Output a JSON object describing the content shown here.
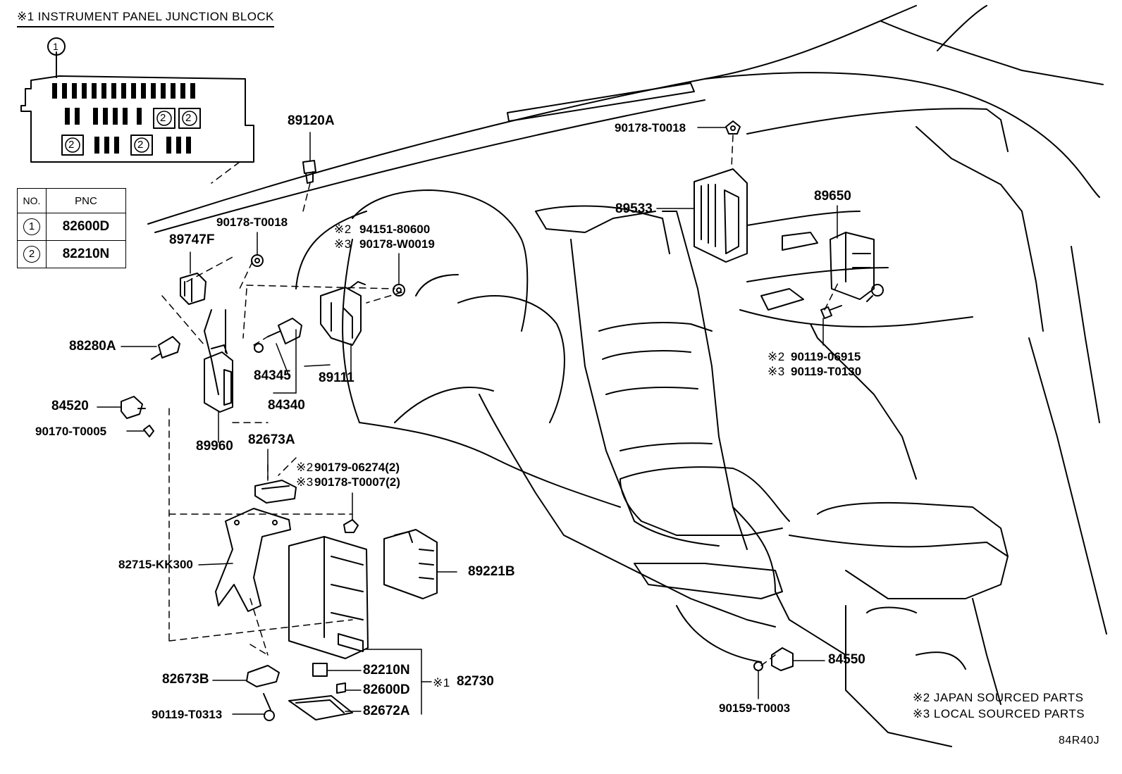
{
  "header": {
    "junction_block_title": "※1 INSTRUMENT PANEL JUNCTION BLOCK"
  },
  "junction_block": {
    "callout_number": "1",
    "slot_marker": "2"
  },
  "pnc_table": {
    "headers": {
      "no": "NO.",
      "pnc": "PNC"
    },
    "rows": [
      {
        "no": "1",
        "pnc": "82600D"
      },
      {
        "no": "2",
        "pnc": "82210N"
      }
    ]
  },
  "parts": {
    "p89120A": "89120A",
    "p90178_T0018_top": "90178-T0018",
    "p89533": "89533",
    "p89650": "89650",
    "p90178_T0018_left": "90178-T0018",
    "p89747F": "89747F",
    "p94151_80600": "94151-80600",
    "p90178_W0019": "90178-W0019",
    "p88280A": "88280A",
    "p84345": "84345",
    "p89111": "89111",
    "p84340": "84340",
    "p84520": "84520",
    "p90170_T0005": "90170-T0005",
    "p89960": "89960",
    "p82673A": "82673A",
    "p90179_06274": "90179-06274(2)",
    "p90178_T0007": "90178-T0007(2)",
    "p90119_06915": "90119-06915",
    "p90119_T0130": "90119-T0130",
    "p82715_KK300": "82715-KK300",
    "p89221B": "89221B",
    "p82210N": "82210N",
    "p82600D": "82600D",
    "p82730": "82730",
    "p82672A": "82672A",
    "p82673B": "82673B",
    "p90119_T0313": "90119-T0313",
    "p84550": "84550",
    "p90159_T0003": "90159-T0003"
  },
  "marks": {
    "japan": "※2",
    "local": "※3",
    "japan_tight": "※2",
    "local_tight": "※3",
    "junction": "※1"
  },
  "legend": {
    "japan": "※2 JAPAN SOURCED PARTS",
    "local": "※3 LOCAL SOURCED PARTS"
  },
  "diagram_code": "84R40J"
}
